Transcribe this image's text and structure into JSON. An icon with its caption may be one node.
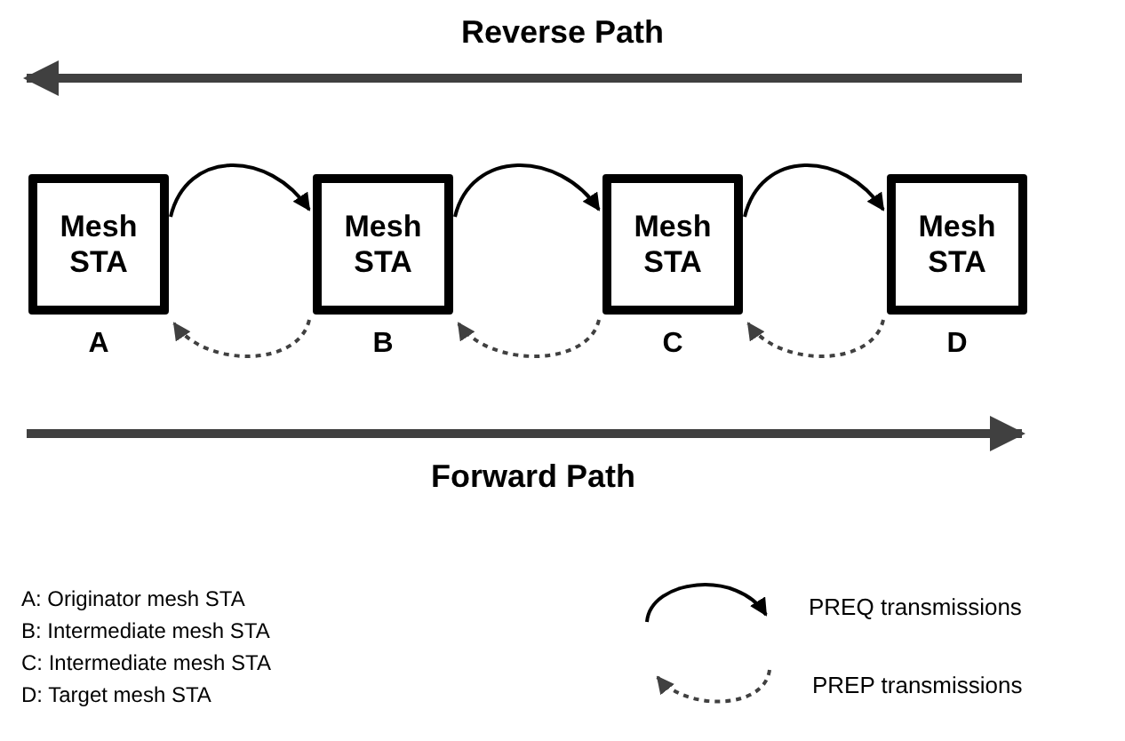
{
  "diagram": {
    "nodes": [
      {
        "text": [
          "Mesh STA"
        ],
        "beside": [
          "A"
        ]
      },
      {
        "text": [
          "Mesh STA"
        ],
        "beside": [
          "B"
        ]
      },
      {
        "text": [
          "Mesh STA"
        ],
        "beside": [
          "C"
        ]
      },
      {
        "text": [
          "Mesh STA"
        ],
        "beside": [
          "D"
        ]
      }
    ],
    "edges": [
      {
        "from": 0,
        "to": 1,
        "arrow": "to"
      },
      {
        "from": 1,
        "to": 2,
        "arrow": "to"
      },
      {
        "from": 2,
        "to": 3,
        "arrow": "to"
      },
      {
        "from": 1,
        "to": 0,
        "arrow": "to",
        "style": "dashed",
        "color": "#404040"
      },
      {
        "from": 2,
        "to": 1,
        "arrow": "to",
        "style": "dashed",
        "color": "#404040"
      },
      {
        "from": 3,
        "to": 2,
        "arrow": "to",
        "style": "dashed",
        "color": "#404040"
      }
    ],
    "labels": [
      "Reverse Path",
      "Forward Path",
      "A: Originator mesh STA",
      "B: Intermediate mesh STA",
      "C: Intermediate mesh STA",
      "D: Target mesh STA"
    ],
    "legend": [
      {
        "text": "PREQ transmissions"
      },
      {
        "text": "PREP transmissions"
      }
    ]
  }
}
